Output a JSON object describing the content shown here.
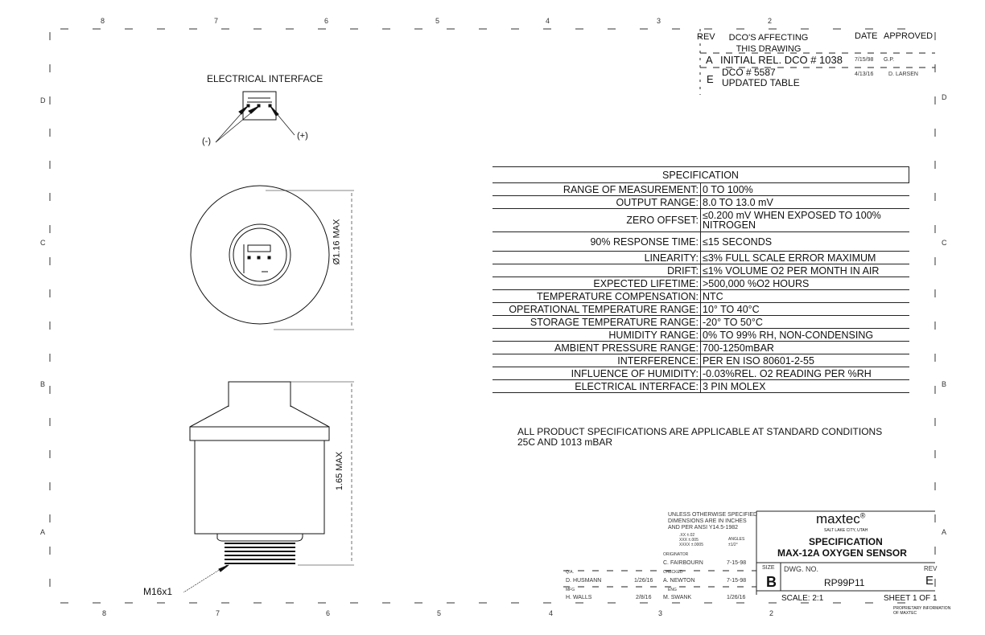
{
  "zones": {
    "columns": [
      "8",
      "7",
      "6",
      "5",
      "4",
      "3",
      "2"
    ],
    "rows": [
      "D",
      "C",
      "B",
      "A"
    ]
  },
  "revision_block": {
    "headers": {
      "rev": "REV",
      "dco": "DCO'S AFFECTING THIS DRAWING",
      "date": "DATE",
      "approved": "APPROVED"
    },
    "rows": [
      {
        "rev": "A",
        "dco": "INITIAL REL. DCO # 1038",
        "date": "7/15/98",
        "approved": "G.P."
      },
      {
        "rev": "E",
        "dco": "DCO # 5587 UPDATED TABLE",
        "date": "4/13/16",
        "approved": "D. LARSEN"
      }
    ]
  },
  "drawing": {
    "electrical_interface_label": "ELECTRICAL INTERFACE",
    "negative_label": "(-)",
    "positive_label": "(+)",
    "diameter_dimension": "Ø1.16 MAX",
    "height_dimension": "1.65 MAX",
    "thread_label": "M16x1"
  },
  "specification": {
    "title": "SPECIFICATION",
    "rows": [
      {
        "label": "RANGE OF MEASUREMENT:",
        "value": "0 TO 100%"
      },
      {
        "label": "OUTPUT RANGE:",
        "value": "8.0 TO 13.0 mV"
      },
      {
        "label": "ZERO OFFSET:",
        "value": "≤0.200 mV WHEN EXPOSED TO 100% NITROGEN"
      },
      {
        "label": "90% RESPONSE TIME:",
        "value": "≤15 SECONDS"
      },
      {
        "label": "LINEARITY:",
        "value": "≤3% FULL SCALE ERROR MAXIMUM"
      },
      {
        "label": "DRIFT:",
        "value": "≤1% VOLUME O2 PER MONTH IN AIR"
      },
      {
        "label": "EXPECTED LIFETIME:",
        "value": ">500,000 %O2 HOURS"
      },
      {
        "label": "TEMPERATURE COMPENSATION:",
        "value": "NTC"
      },
      {
        "label": "OPERATIONAL TEMPERATURE RANGE:",
        "value": "10° TO 40°C"
      },
      {
        "label": "STORAGE TEMPERATURE RANGE:",
        "value": "-20° TO 50°C"
      },
      {
        "label": "HUMIDITY RANGE:",
        "value": "0% TO 99% RH, NON-CONDENSING"
      },
      {
        "label": "AMBIENT PRESSURE RANGE:",
        "value": "700-1250mBAR"
      },
      {
        "label": "INTERFERENCE:",
        "value": "PER EN ISO 80601-2-55"
      },
      {
        "label": "INFLUENCE OF HUMIDITY:",
        "value": "-0.03%REL. O2 READING PER %RH"
      },
      {
        "label": "ELECTRICAL INTERFACE:",
        "value": "3 PIN MOLEX"
      }
    ],
    "note_line1": "ALL PRODUCT SPECIFICATIONS ARE APPLICABLE AT STANDARD CONDITIONS",
    "note_line2": "25C AND 1013 mBAR"
  },
  "title_block": {
    "tolerance_note": [
      "UNLESS OTHERWISE SPECIFIED",
      "DIMENSIONS ARE IN INCHES",
      "AND PER ANSI Y14.5-1982"
    ],
    "tolerances": [
      ".XX ±.02",
      "XXX ±.005",
      "XXXX ±.0005"
    ],
    "angles": [
      "ANGLES",
      "±1/2°"
    ],
    "originator_label": "ORIGINATOR",
    "originator": "C. FAIRBOURN",
    "originator_date": "7-15-98",
    "checked_label": "CHECKED",
    "checked": "A. NEWTON",
    "checked_date": "7-15-98",
    "qa_label": "Q.A.",
    "drawn": "D. HUSMANN",
    "drawn_date": "1/26/16",
    "mfg_label": "MFG",
    "mfg": "M. SWANK",
    "mfg_date": "1/26/16",
    "eng_label": "ENG",
    "eng": "H. WALLS",
    "eng_date": "2/8/16",
    "company": "maxtec",
    "registered": "®",
    "location": "SALT LAKE CITY, UTAH",
    "title_line1": "SPECIFICATION",
    "title_line2": "MAX-12A OXYGEN SENSOR",
    "size_label": "SIZE",
    "size": "B",
    "dwg_no_label": "DWG. NO.",
    "dwg_no": "RP99P11",
    "rev_label": "REV",
    "rev": "E",
    "scale": "SCALE: 2:1",
    "sheet": "SHEET 1 OF 1",
    "proprietary": [
      "PROPRIETARY INFORMATION",
      "OF MAXTEC"
    ]
  }
}
